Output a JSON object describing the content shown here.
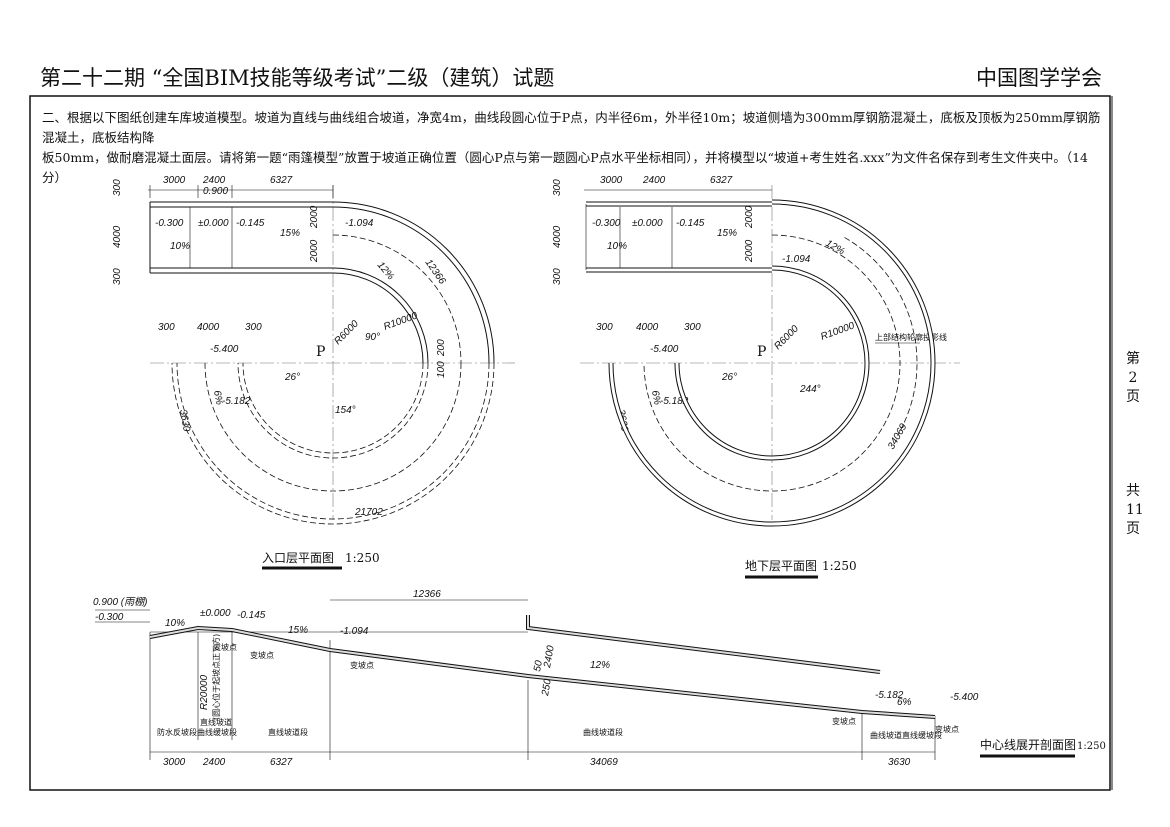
{
  "header": {
    "title": "第二十二期 “全国BIM技能等级考试”二级（建筑）试题",
    "org": "中国图学学会"
  },
  "question": {
    "line1": "二、根据以下图纸创建车库坡道模型。坡道为直线与曲线组合坡道，净宽4m，曲线段圆心位于P点，内半径6m，外半径10m；坡道侧墙为300mm厚钢筋混凝土，底板及顶板为250mm厚钢筋混凝土，底板结构降",
    "line2": "板50mm，做耐磨混凝土面层。请将第一题“雨篷模型”放置于坡道正确位置（圆心P点与第一题圆心P点水平坐标相同），并将模型以“坡道+考生姓名.xxx”为文件名保存到考生文件夹中。（14分）"
  },
  "page": {
    "c1": "第",
    "num": "2",
    "c2": "页",
    "t1": "共",
    "total": "11",
    "t2": "页"
  },
  "plan1": {
    "caption": "入口层平面图",
    "scale": "1:250",
    "dims": [
      "3000",
      "2400",
      "6327",
      "300",
      "4000",
      "300",
      "2000",
      "2000",
      "300",
      "4000",
      "300",
      "200",
      "100"
    ],
    "elev": [
      "0.900",
      "-0.300",
      "±0.000",
      "-0.145",
      "-1.094",
      "-5.400",
      "-5.182"
    ],
    "slopes": [
      "10%",
      "15%",
      "12%",
      "6%"
    ],
    "radii": [
      "R6000",
      "R10000"
    ],
    "angles": [
      "90°",
      "26°",
      "154°"
    ],
    "arcs": [
      "12366",
      "3630",
      "21702"
    ],
    "p": "P"
  },
  "plan2": {
    "caption": "地下层平面图",
    "scale": "1:250",
    "dims": [
      "3000",
      "2400",
      "6327",
      "300",
      "4000",
      "300",
      "2000",
      "2000",
      "300",
      "4000",
      "300"
    ],
    "elev": [
      "-0.300",
      "±0.000",
      "-0.145",
      "-1.094",
      "-5.400",
      "-5.182"
    ],
    "slopes": [
      "10%",
      "15%",
      "12%",
      "6%"
    ],
    "radii": [
      "R6000",
      "R10000"
    ],
    "angles": [
      "26°",
      "244°"
    ],
    "arcs": [
      "3630",
      "34069"
    ],
    "p": "P",
    "note": "上部结构轮廓投影线"
  },
  "section": {
    "caption": "中心线展开剖面图",
    "scale": "1:250",
    "elev": [
      "0.900 (雨棚)",
      "-0.300",
      "±0.000",
      "-0.145",
      "-1.094",
      "-5.182",
      "-5.400"
    ],
    "slopes": [
      "10%",
      "15%",
      "12%",
      "6%"
    ],
    "radius": "R20000",
    "radius_note": "(圆心位于起坡点正下方)",
    "points": [
      "变坡点",
      "变坡点",
      "变坡点",
      "变坡点",
      "变坡点"
    ],
    "segments": [
      "防水反坡段",
      "直线坡道",
      "曲线缓坡段",
      "直线坡道段",
      "曲线坡道段",
      "曲线坡道直线缓坡段"
    ],
    "dims": [
      "3000",
      "2400",
      "6327",
      "34069",
      "3630",
      "12366",
      "2400",
      "50",
      "250"
    ]
  }
}
